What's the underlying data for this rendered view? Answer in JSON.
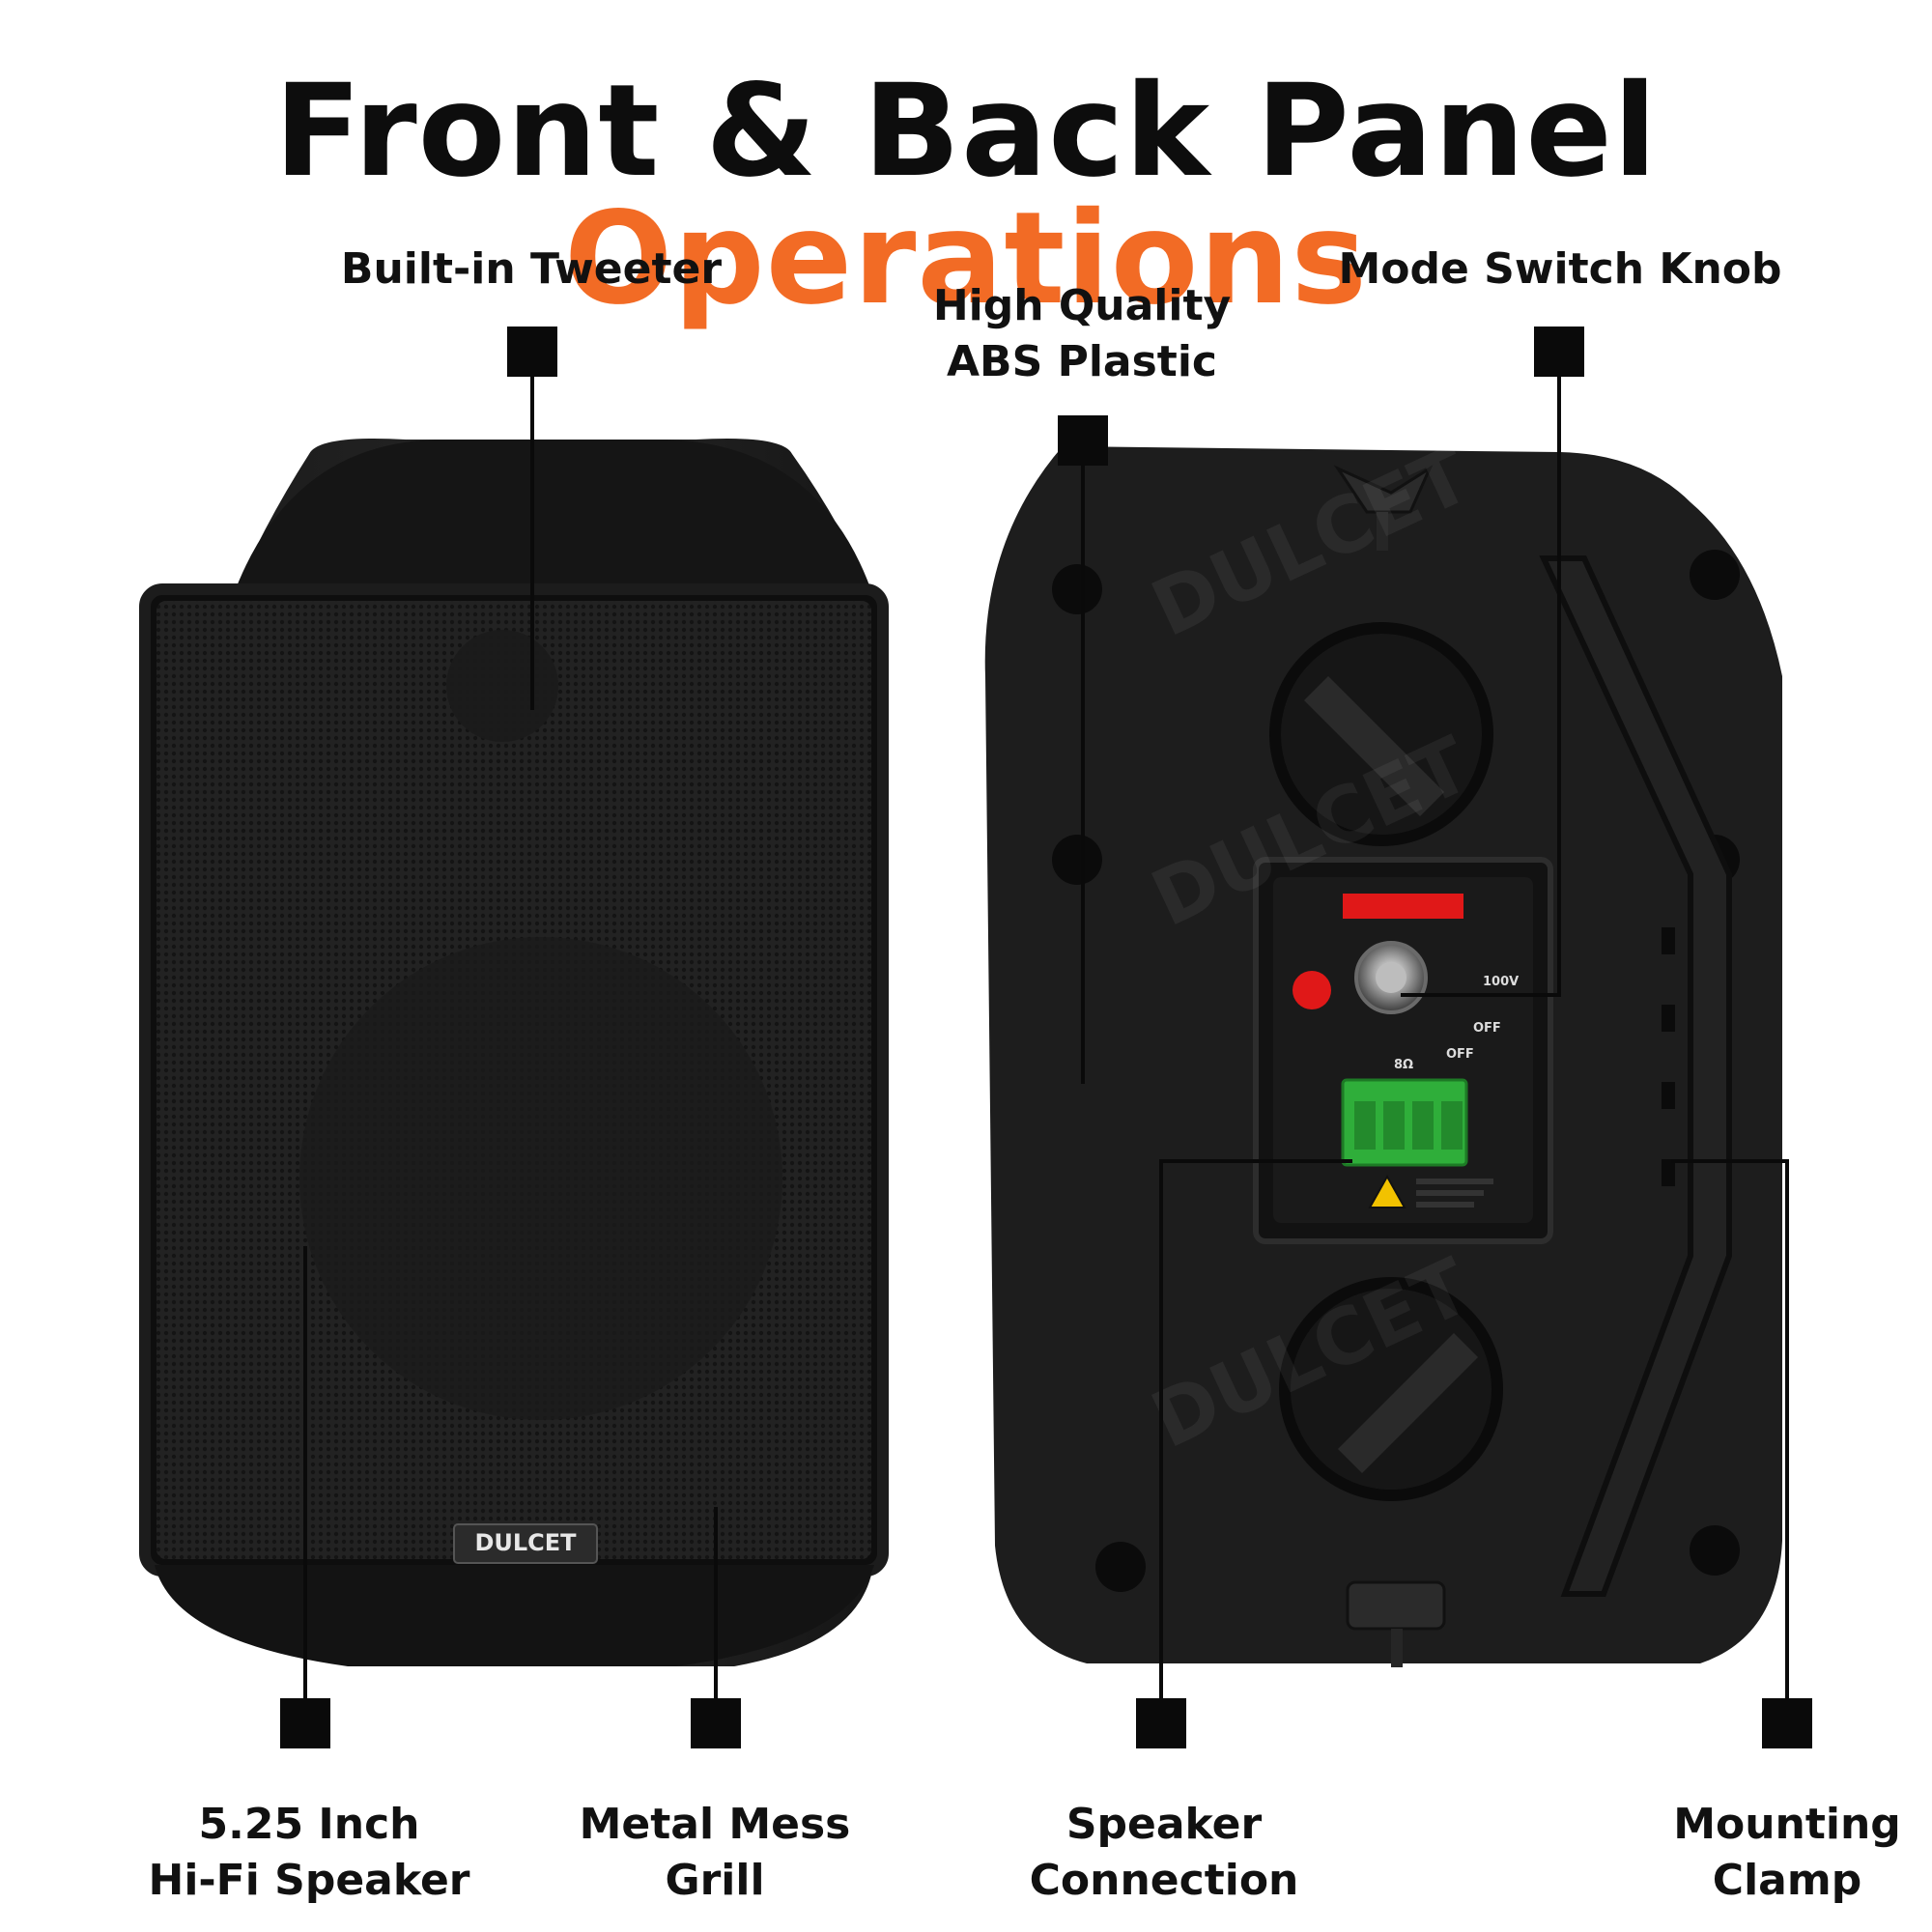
{
  "title": {
    "main": "Front & Back Panel",
    "accent": "Operations",
    "accent_color": "#f26b25"
  },
  "callouts": {
    "tweeter": {
      "line1": "Built-in Tweeter"
    },
    "abs": {
      "line1": "High Quality",
      "line2": "ABS Plastic"
    },
    "mode_switch": {
      "line1": "Mode Switch Knob"
    },
    "speaker": {
      "line1": "5.25 Inch",
      "line2": "Hi-Fi Speaker"
    },
    "grill": {
      "line1": "Metal Mess",
      "line2": "Grill"
    },
    "connection": {
      "line1": "Speaker",
      "line2": "Connection"
    },
    "clamp": {
      "line1": "Mounting",
      "line2": "Clamp"
    }
  },
  "product": {
    "brand_badge": "DULCET",
    "watermark": "DULCET",
    "panel_labels": {
      "v100": "100V",
      "off1": "OFF",
      "off2": "OFF",
      "ohm": "8Ω"
    }
  },
  "colors": {
    "speaker_body": "#1a1a1a",
    "terminal": "#2fae3a",
    "indicator": "#e01818"
  }
}
